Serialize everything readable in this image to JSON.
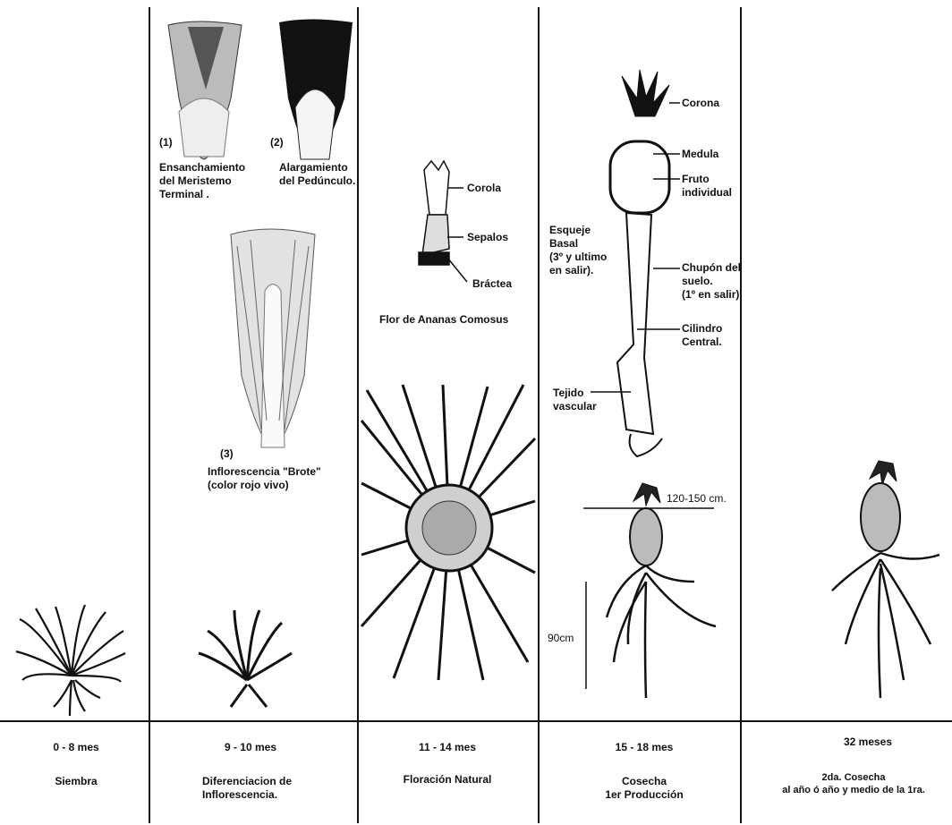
{
  "stages": [
    {
      "months": "0 - 8 mes",
      "name": [
        "Siembra"
      ]
    },
    {
      "months": "9 - 10 mes",
      "name": [
        "Diferenciacion de",
        "Inflorescencia."
      ]
    },
    {
      "months": "11 - 14 mes",
      "name": [
        "Floración Natural"
      ]
    },
    {
      "months": "15 - 18 mes",
      "name": [
        "Cosecha",
        "1er Producción"
      ]
    },
    {
      "months": "32 meses",
      "name": [
        "2da. Cosecha",
        "al año ó año y medio de la 1ra."
      ]
    }
  ],
  "panel2": {
    "fig1_num": "(1)",
    "fig1_caption": [
      "Ensanchamiento",
      "del Meristemo",
      "Terminal ."
    ],
    "fig2_num": "(2)",
    "fig2_caption": [
      "Alargamiento",
      "del Pedúnculo."
    ],
    "fig3_num": "(3)",
    "fig3_caption": [
      "Inflorescencia \"Brote\"",
      "(color rojo vivo)"
    ]
  },
  "panel3": {
    "flower_labels": [
      "Corola",
      "Sepalos",
      "Bráctea"
    ],
    "flower_caption": "Flor de Ananas Comosus"
  },
  "panel4": {
    "anatomy_labels": {
      "corona": "Corona",
      "medula": "Medula",
      "fruto": [
        "Fruto",
        "individual"
      ],
      "esqueje": [
        "Esqueje",
        "Basal",
        "(3º y ultimo",
        "en salir)."
      ],
      "chupon": [
        "Chupón del",
        "suelo.",
        "(1º en salir)"
      ],
      "cilindro": [
        "Cilindro",
        "Central."
      ],
      "tejido": [
        "Tejido",
        "vascular"
      ]
    },
    "width_label": "120-150 cm.",
    "height_label": "90cm"
  }
}
